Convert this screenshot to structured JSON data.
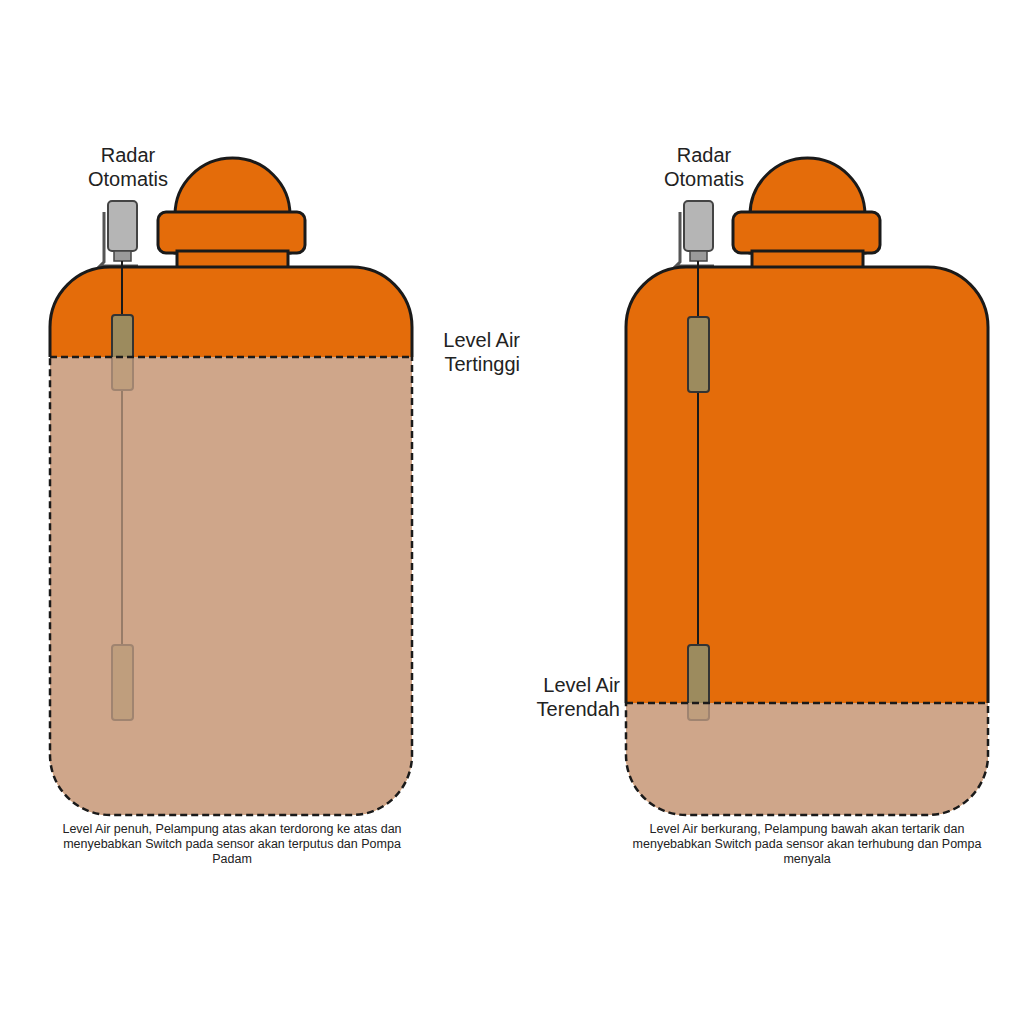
{
  "diagram": {
    "labels": [
      "Radar Otomatis",
      "Radar Otomatis",
      "Level Air Tertinggi",
      "Level Air Terendah",
      "Level Air penuh, Pelampung atas akan terdorong ke atas dan menyebabkan Switch pada sensor akan terputus dan Pompa Padam",
      "Level Air berkurang, Pelampung bawah akan tertarik dan menyebabkan Switch pada sensor akan terhubung dan Pompa menyala"
    ]
  }
}
